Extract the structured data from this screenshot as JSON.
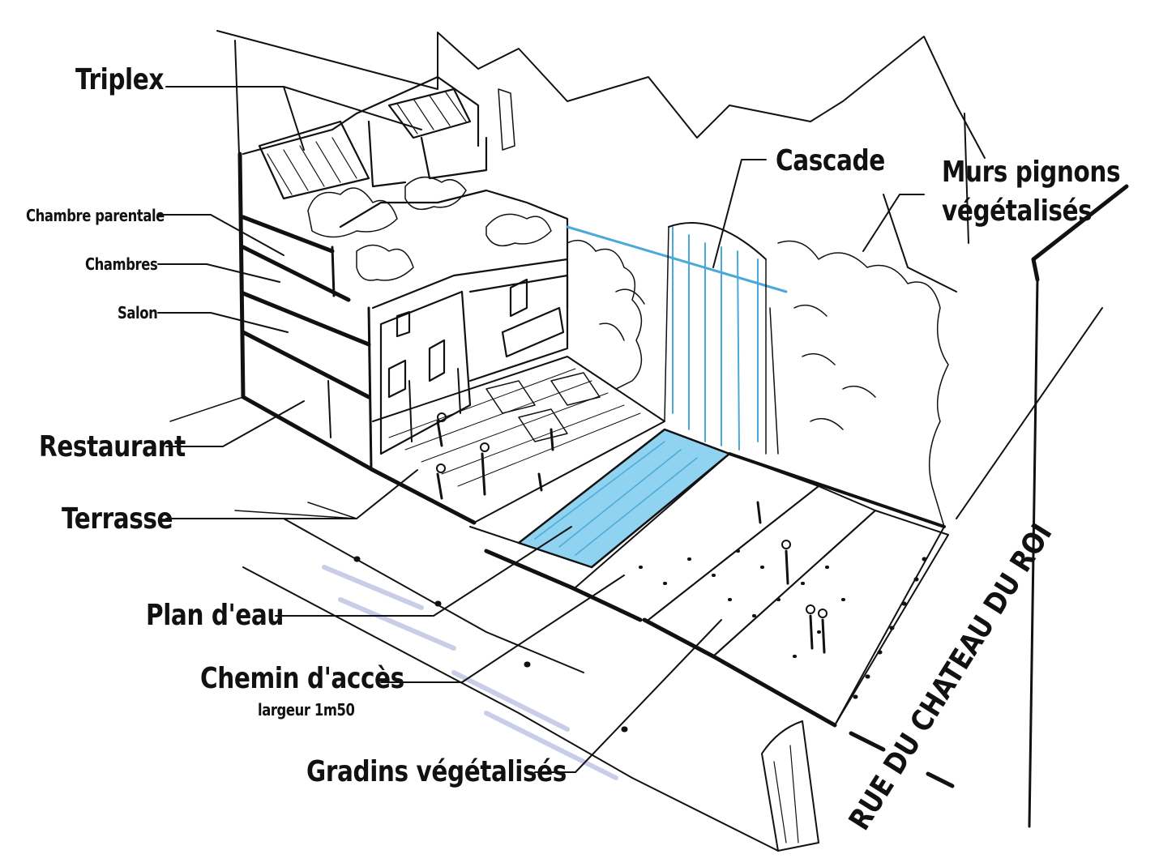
{
  "labels": {
    "triplex": "Triplex",
    "chambre_parentale": "Chambre parentale",
    "chambres": "Chambres",
    "salon": "Salon",
    "restaurant": "Restaurant",
    "terrasse": "Terrasse",
    "plan_eau": "Plan d'eau",
    "chemin_acces": "Chemin d'accès",
    "chemin_largeur": "largeur 1m50",
    "gradins": "Gradins végétalisés",
    "cascade": "Cascade",
    "murs_line1": "Murs pignons",
    "murs_line2": "végétalisés",
    "street": "RUE DU CHATEAU DU ROI"
  },
  "colors": {
    "ink": "#111111",
    "water": "#8fd3f0",
    "water_dark": "#4aa9d8",
    "paper": "#ffffff",
    "hatch": "#c9cde8"
  }
}
